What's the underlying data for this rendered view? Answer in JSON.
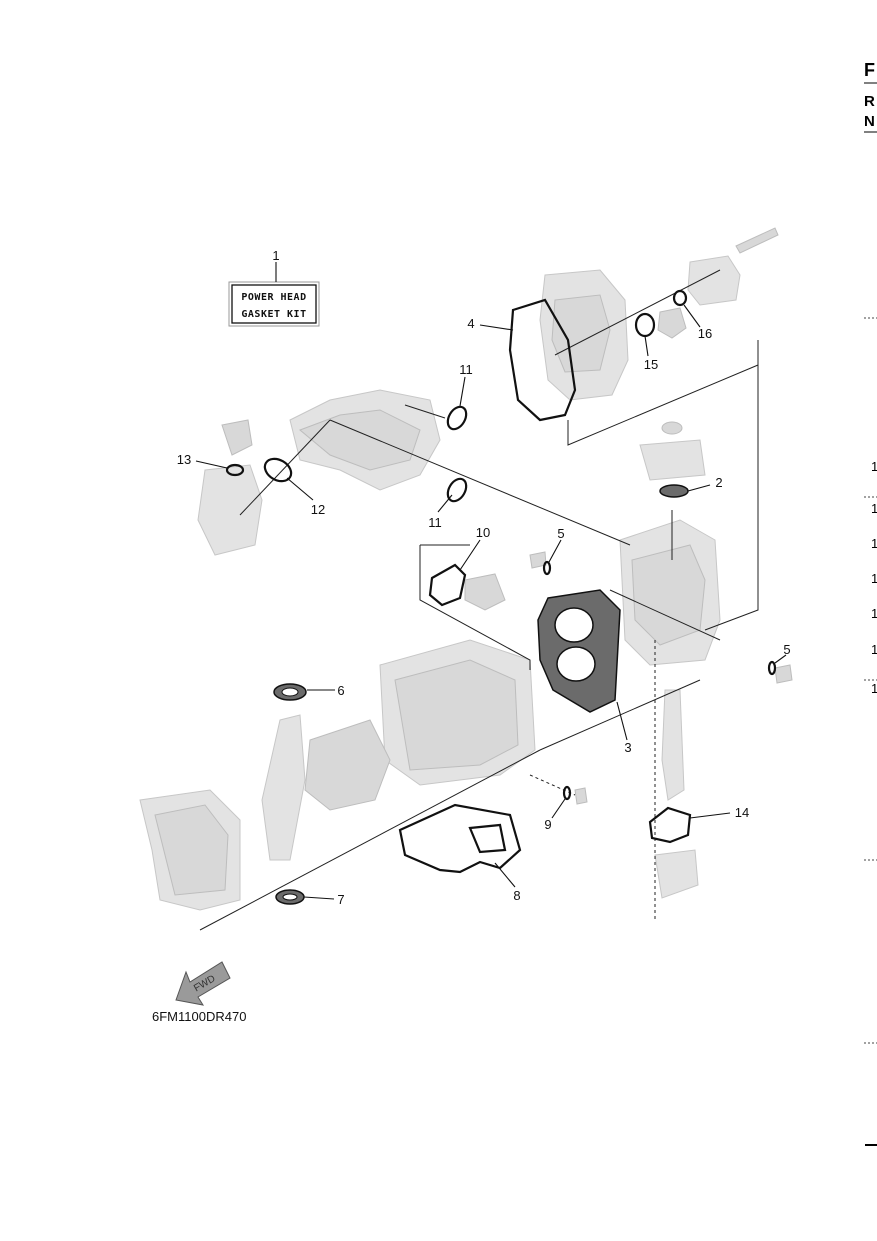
{
  "kit_label": {
    "line1": "POWER HEAD",
    "line2": "GASKET KIT"
  },
  "callouts": {
    "c1": "1",
    "c2": "2",
    "c3": "3",
    "c4": "4",
    "c5a": "5",
    "c5b": "5",
    "c6": "6",
    "c7": "7",
    "c8": "8",
    "c9": "9",
    "c10": "10",
    "c11a": "11",
    "c11b": "11",
    "c12": "12",
    "c13": "13",
    "c14": "14",
    "c15": "15",
    "c16": "16"
  },
  "fwd_label": "FWD",
  "diagram_code": "6FM1100DR470",
  "margin": {
    "letters": [
      "F",
      "R",
      "N"
    ],
    "numbers": [
      "1",
      "1",
      "1",
      "1",
      "1",
      "1",
      "1"
    ]
  },
  "icons": [
    "fwd-arrow-icon"
  ]
}
